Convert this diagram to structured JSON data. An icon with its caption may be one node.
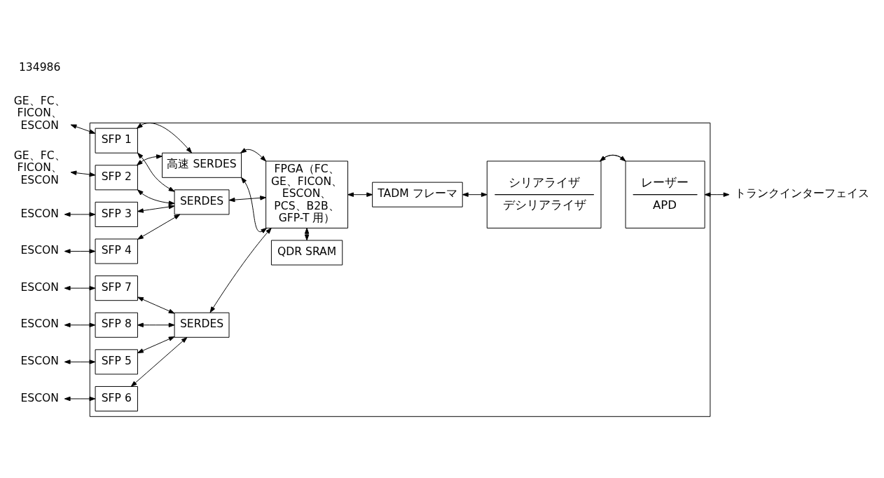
{
  "diagram": {
    "nodes": [
      {
        "text": [],
        "shape": "box"
      },
      {
        "text": [
          "QDR SRAM"
        ],
        "in": 0
      },
      {
        "text": [
          "GE、FC、FICON、ESCON"
        ]
      },
      {
        "text": [
          "SFP 1"
        ],
        "in": 0
      },
      {
        "text": [
          "高速 SERDES"
        ],
        "in": 0
      },
      {
        "text": [
          "FPGA（FC、GE、FICON、ESCON、PCS、B2B、GFP-T 用）"
        ],
        "in": 0
      },
      {
        "text": [
          "GE、FC、FICON、ESCON"
        ]
      },
      {
        "text": [
          "SFP 2"
        ],
        "in": 0
      },
      {
        "text": [
          "ESCON"
        ]
      },
      {
        "text": [
          "SFP 3"
        ],
        "in": 0
      },
      {
        "text": [
          "SERDES"
        ],
        "in": 0
      },
      {
        "text": [
          "ESCON"
        ]
      },
      {
        "text": [
          "SFP 4"
        ],
        "in": 0
      },
      {
        "text": [
          "TADM フレーマ"
        ],
        "in": 0
      },
      {
        "text": [
          "シリアライザ",
          "デシリアライザ"
        ],
        "in": 0
      },
      {
        "text": [
          "レーザー",
          "APD"
        ],
        "in": 0
      },
      {
        "text": [
          "トランクインターフェイス"
        ]
      },
      {
        "text": [
          "ESCON"
        ]
      },
      {
        "text": [
          "SFP 5"
        ],
        "in": 0
      },
      {
        "text": [
          "SERDES"
        ],
        "in": 0
      },
      {
        "text": [
          "ESCON"
        ]
      },
      {
        "text": [
          "SFP 6"
        ],
        "in": 0
      },
      {
        "text": [
          "ESCON"
        ]
      },
      {
        "text": [
          "SFP 7"
        ],
        "in": 0
      },
      {
        "text": [
          "ESCON"
        ]
      },
      {
        "text": [
          "SFP 8"
        ],
        "in": 0
      }
    ],
    "edges": [
      {
        "from": 1,
        "to": 5,
        "arrow": "both"
      },
      {
        "from": 2,
        "to": 3,
        "arrow": "both"
      },
      {
        "from": 3,
        "to": 4,
        "arrow": "both"
      },
      {
        "from": 3,
        "to": 10,
        "arrow": "both"
      },
      {
        "from": 6,
        "to": 7,
        "arrow": "both"
      },
      {
        "from": 7,
        "to": 4,
        "arrow": "both"
      },
      {
        "from": 7,
        "to": 10,
        "arrow": "both"
      },
      {
        "from": 4,
        "to": 5,
        "arrow": "both"
      },
      {
        "from": 4,
        "to": 5,
        "arrow": "both"
      },
      {
        "from": 8,
        "to": 9,
        "arrow": "both"
      },
      {
        "from": 9,
        "to": 10,
        "arrow": "both"
      },
      {
        "from": 10,
        "to": 5,
        "arrow": "both"
      },
      {
        "from": 5,
        "to": 13,
        "arrow": "both"
      },
      {
        "from": 13,
        "to": 14,
        "arrow": "both"
      },
      {
        "from": 14,
        "to": 15,
        "arrow": "to"
      },
      {
        "from": 15,
        "to": 14,
        "arrow": "to"
      },
      {
        "from": 15,
        "to": 16,
        "arrow": "both"
      },
      {
        "from": 11,
        "to": 12,
        "arrow": "both"
      },
      {
        "from": 12,
        "to": 10,
        "arrow": "both"
      },
      {
        "from": 17,
        "to": 18,
        "arrow": "both"
      },
      {
        "from": 18,
        "to": 19,
        "arrow": "both"
      },
      {
        "from": 20,
        "to": 21,
        "arrow": "both"
      },
      {
        "from": 21,
        "to": 19,
        "arrow": "both"
      },
      {
        "from": 22,
        "to": 23,
        "arrow": "both"
      },
      {
        "from": 23,
        "to": 19,
        "arrow": "both"
      },
      {
        "from": 24,
        "to": 25,
        "arrow": "both"
      },
      {
        "from": 25,
        "to": 19,
        "arrow": "both"
      },
      {
        "from": 19,
        "to": 5,
        "arrow": "both"
      }
    ],
    "labels": [
      "134986"
    ]
  }
}
